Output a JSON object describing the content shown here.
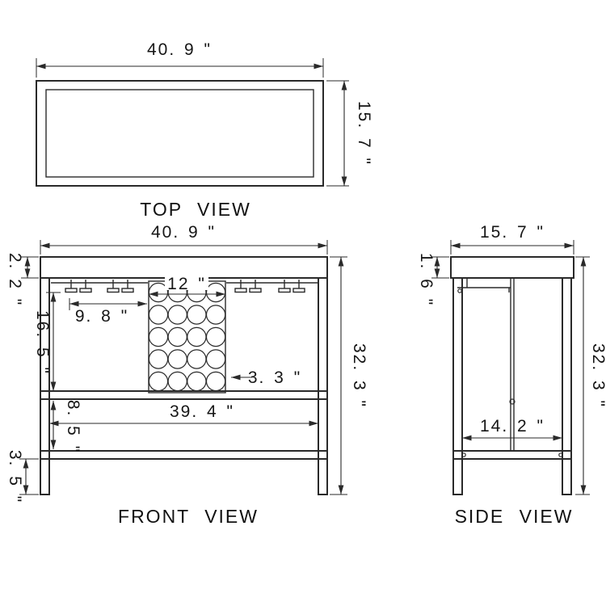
{
  "top_view": {
    "label": "TOP VIEW",
    "width_dim": "40. 9 \"",
    "depth_dim": "15. 7 \""
  },
  "front_view": {
    "label": "FRONT VIEW",
    "width_dim": "40. 9 \"",
    "top_thickness_dim": "2. 2 \"",
    "glass_rack_width_dim": "9. 8 \"",
    "wine_rack_width_dim": "12 \"",
    "upper_section_height_dim": "16. 5 \"",
    "bottle_opening_dim": "3. 3 \"",
    "inner_width_dim": "39. 4 \"",
    "shelf_gap_dim": "8. 5 \"",
    "foot_height_dim": "3. 5 \"",
    "overall_height_dim": "32. 3 \""
  },
  "side_view": {
    "label": "SIDE VIEW",
    "depth_dim": "15. 7 \"",
    "top_thickness_dim": "1. 6 \"",
    "shelf_depth_dim": "14. 2 \"",
    "overall_height_dim": "32. 3 \""
  }
}
